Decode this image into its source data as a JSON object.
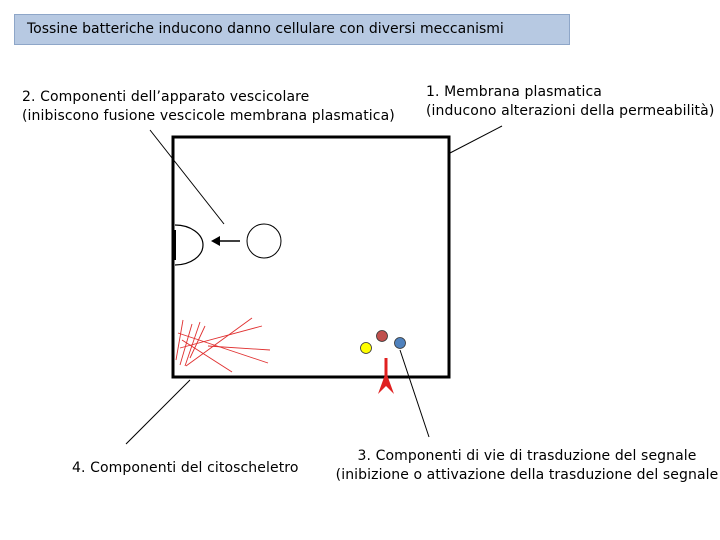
{
  "title": "Tossine batteriche inducono danno cellulare con diversi meccanismi",
  "labels": {
    "membrane": {
      "line1": "1. Membrana plasmatica",
      "line2": "(inducono alterazioni della permeabilità)"
    },
    "vesicular": {
      "line1": "2. Componenti dell’apparato vescicolare",
      "line2": "(inibiscono fusione vescicole membrana plasmatica)"
    },
    "signal": {
      "line1": "3. Componenti di vie di trasduzione del segnale",
      "line2": "(inibizione o attivazione della trasduzione del segnale"
    },
    "cytoskeleton": {
      "line1": "4. Componenti del citoscheletro"
    }
  },
  "colors": {
    "title_bg": "#b7c9e2",
    "receptor": "#e02020",
    "dot_red": "#c0504d",
    "dot_yellow": "#ffff00",
    "dot_blue": "#4f81bd",
    "filament": "#e03030"
  }
}
